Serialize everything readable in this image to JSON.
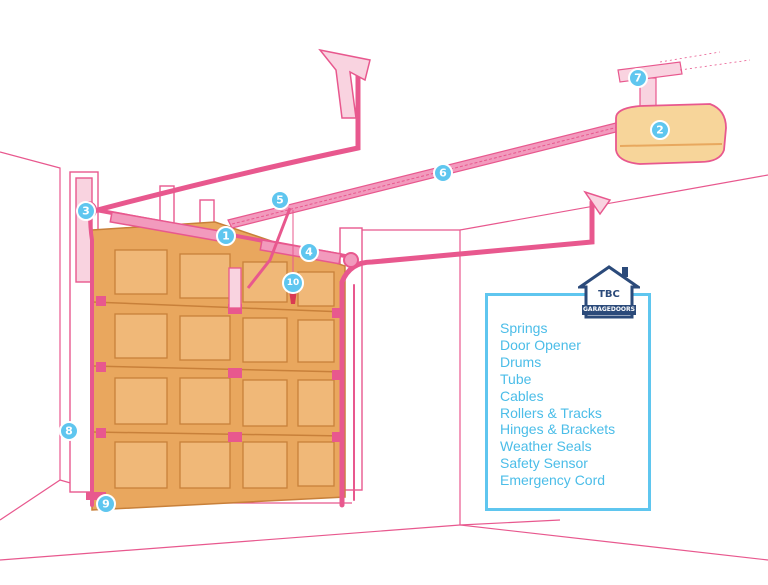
{
  "legend": {
    "items": [
      "Springs",
      "Door Opener",
      "Drums",
      "Tube",
      "Cables",
      "Rollers & Tracks",
      "Hinges & Brackets",
      "Weather Seals",
      "Safety Sensor",
      "Emergency Cord"
    ]
  },
  "logo": {
    "top": "TBC",
    "bottom": "GARAGEDOORS"
  },
  "markers": [
    "1",
    "2",
    "3",
    "4",
    "5",
    "6",
    "7",
    "8",
    "9",
    "10"
  ],
  "colors": {
    "accent_pink": "#e8588e",
    "door_wood": "#e9a75e",
    "marker_blue": "#5fc6ef",
    "legend_text": "#4bbde8",
    "logo_navy": "#2b4a7a"
  }
}
